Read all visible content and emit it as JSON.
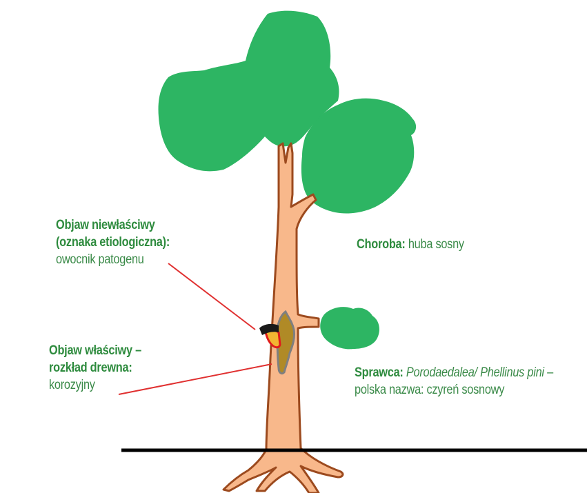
{
  "colors": {
    "crown": "#2db563",
    "trunk": "#f8b88b",
    "trunk_outline": "#9c4a1e",
    "decay": "#b08a26",
    "decay_outline": "#7f7f7f",
    "fungus": "#f2b632",
    "fungus_red": "#e01b1b",
    "fungus_cap": "#1a1a1a",
    "arrow": "#e03030",
    "ground": "#000000",
    "label_bold": "#2e8b3e",
    "label_plain": "#3a8a48"
  },
  "labels": {
    "improper_symptom": {
      "line1": "Objaw niewłaściwy",
      "line2": "(oznaka etiologiczna):",
      "line3": "owocnik patogenu"
    },
    "proper_symptom": {
      "line1": "Objaw właściwy –",
      "line2": "rozkład drewna:",
      "line3": "korozyjny"
    },
    "disease": {
      "key": "Choroba:",
      "value": " huba sosny"
    },
    "pathogen": {
      "key": "Sprawca:",
      "latin": " Porodaedalea/ Phellinus pini",
      "dash": " –",
      "polish": "polska nazwa: czyreń sosnowy"
    }
  }
}
